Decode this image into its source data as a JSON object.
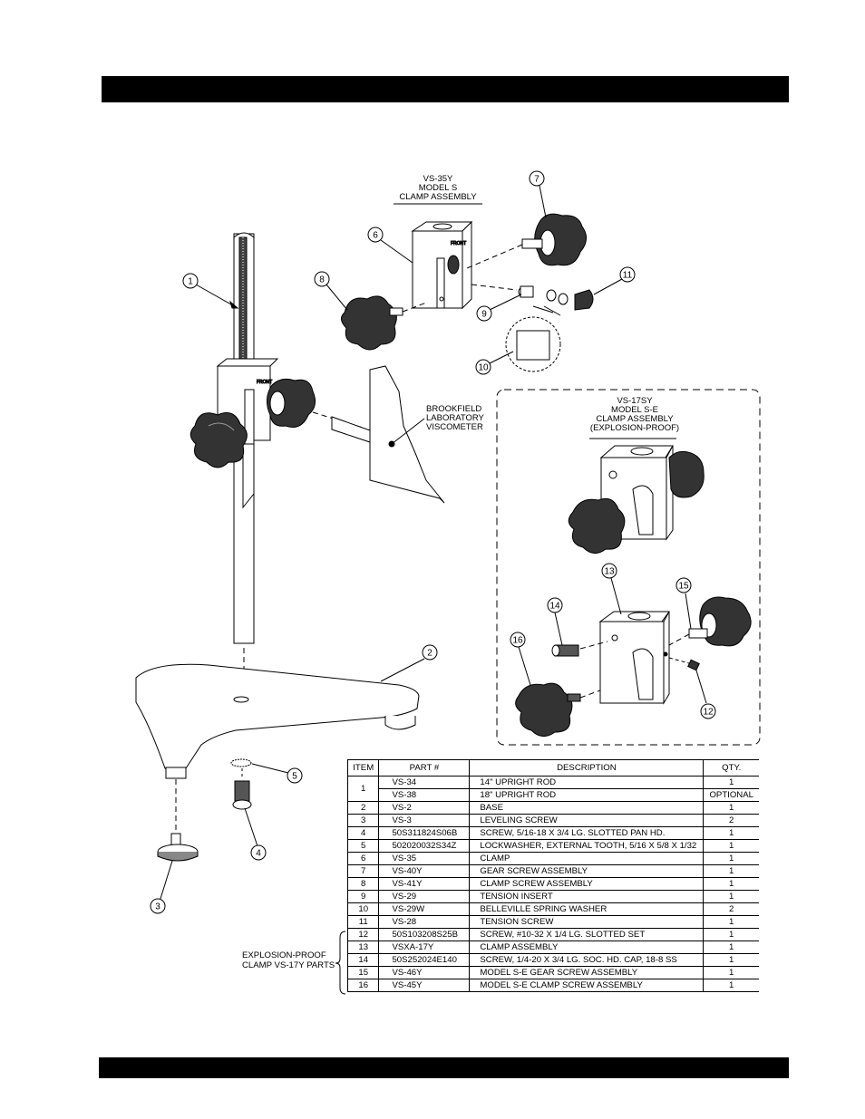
{
  "labels": {
    "vs35y": [
      "VS-35Y",
      "MODEL S",
      "CLAMP ASSEMBLY"
    ],
    "vs17sy": [
      "VS-17SY",
      "MODEL S-E",
      "CLAMP ASSEMBLY",
      "(EXPLOSION-PROOF)"
    ],
    "viscometer": [
      "BROOKFIELD",
      "LABORATORY",
      "VISCOMETER"
    ],
    "front_stamp": "FRONT",
    "explosion_proof": [
      "EXPLOSION-PROOF",
      "CLAMP VS-17Y PARTS"
    ]
  },
  "callouts": [
    "1",
    "2",
    "3",
    "4",
    "5",
    "6",
    "7",
    "8",
    "9",
    "10",
    "11",
    "12",
    "13",
    "14",
    "15",
    "16"
  ],
  "table": {
    "headers": [
      "ITEM",
      "PART #",
      "DESCRIPTION",
      "QTY."
    ],
    "rows": [
      {
        "item": "1",
        "part": "VS-34",
        "desc": "14\" UPRIGHT ROD",
        "qty": "1"
      },
      {
        "item": "",
        "part": "VS-38",
        "desc": "18\" UPRIGHT ROD",
        "qty": "OPTIONAL"
      },
      {
        "item": "2",
        "part": "VS-2",
        "desc": "BASE",
        "qty": "1"
      },
      {
        "item": "3",
        "part": "VS-3",
        "desc": "LEVELING SCREW",
        "qty": "2"
      },
      {
        "item": "4",
        "part": "50S311824S06B",
        "desc": "SCREW, 5/16-18 X 3/4 LG. SLOTTED PAN HD.",
        "qty": "1"
      },
      {
        "item": "5",
        "part": "502020032S34Z",
        "desc": "LOCKWASHER, EXTERNAL TOOTH, 5/16 X 5/8 X 1/32",
        "qty": "1"
      },
      {
        "item": "6",
        "part": "VS-35",
        "desc": "CLAMP",
        "qty": "1"
      },
      {
        "item": "7",
        "part": "VS-40Y",
        "desc": "GEAR SCREW ASSEMBLY",
        "qty": "1"
      },
      {
        "item": "8",
        "part": "VS-41Y",
        "desc": "CLAMP SCREW ASSEMBLY",
        "qty": "1"
      },
      {
        "item": "9",
        "part": "VS-29",
        "desc": "TENSION INSERT",
        "qty": "1"
      },
      {
        "item": "10",
        "part": "VS-29W",
        "desc": "BELLEVILLE SPRING WASHER",
        "qty": "2"
      },
      {
        "item": "11",
        "part": "VS-28",
        "desc": "TENSION SCREW",
        "qty": "1"
      },
      {
        "item": "12",
        "part": "50S103208S25B",
        "desc": "SCREW, #10-32 X 1/4 LG. SLOTTED SET",
        "qty": "1"
      },
      {
        "item": "13",
        "part": "VSXA-17Y",
        "desc": "CLAMP ASSEMBLY",
        "qty": "1"
      },
      {
        "item": "14",
        "part": "50S252024E140",
        "desc": "SCREW, 1/4-20 X 3/4 LG. SOC. HD. CAP, 18-8 SS",
        "qty": "1"
      },
      {
        "item": "15",
        "part": "VS-46Y",
        "desc": "MODEL S-E GEAR SCREW ASSEMBLY",
        "qty": "1"
      },
      {
        "item": "16",
        "part": "VS-45Y",
        "desc": "MODEL S-E CLAMP SCREW ASSEMBLY",
        "qty": "1"
      }
    ]
  }
}
